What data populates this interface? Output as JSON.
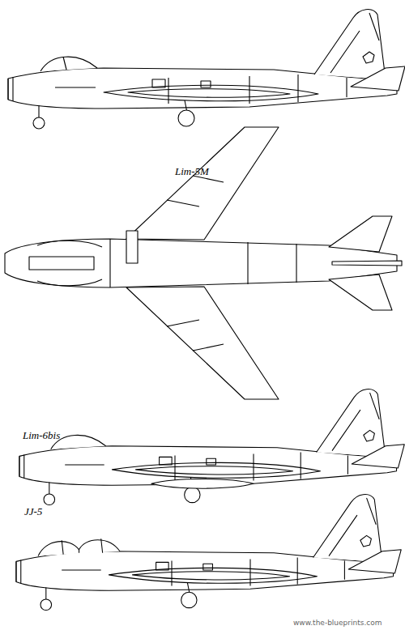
{
  "diagram": {
    "labels": [
      "Lim-5M",
      "Lim-6bis",
      "JJ-5",
      "www.the-blueprints.com"
    ]
  }
}
